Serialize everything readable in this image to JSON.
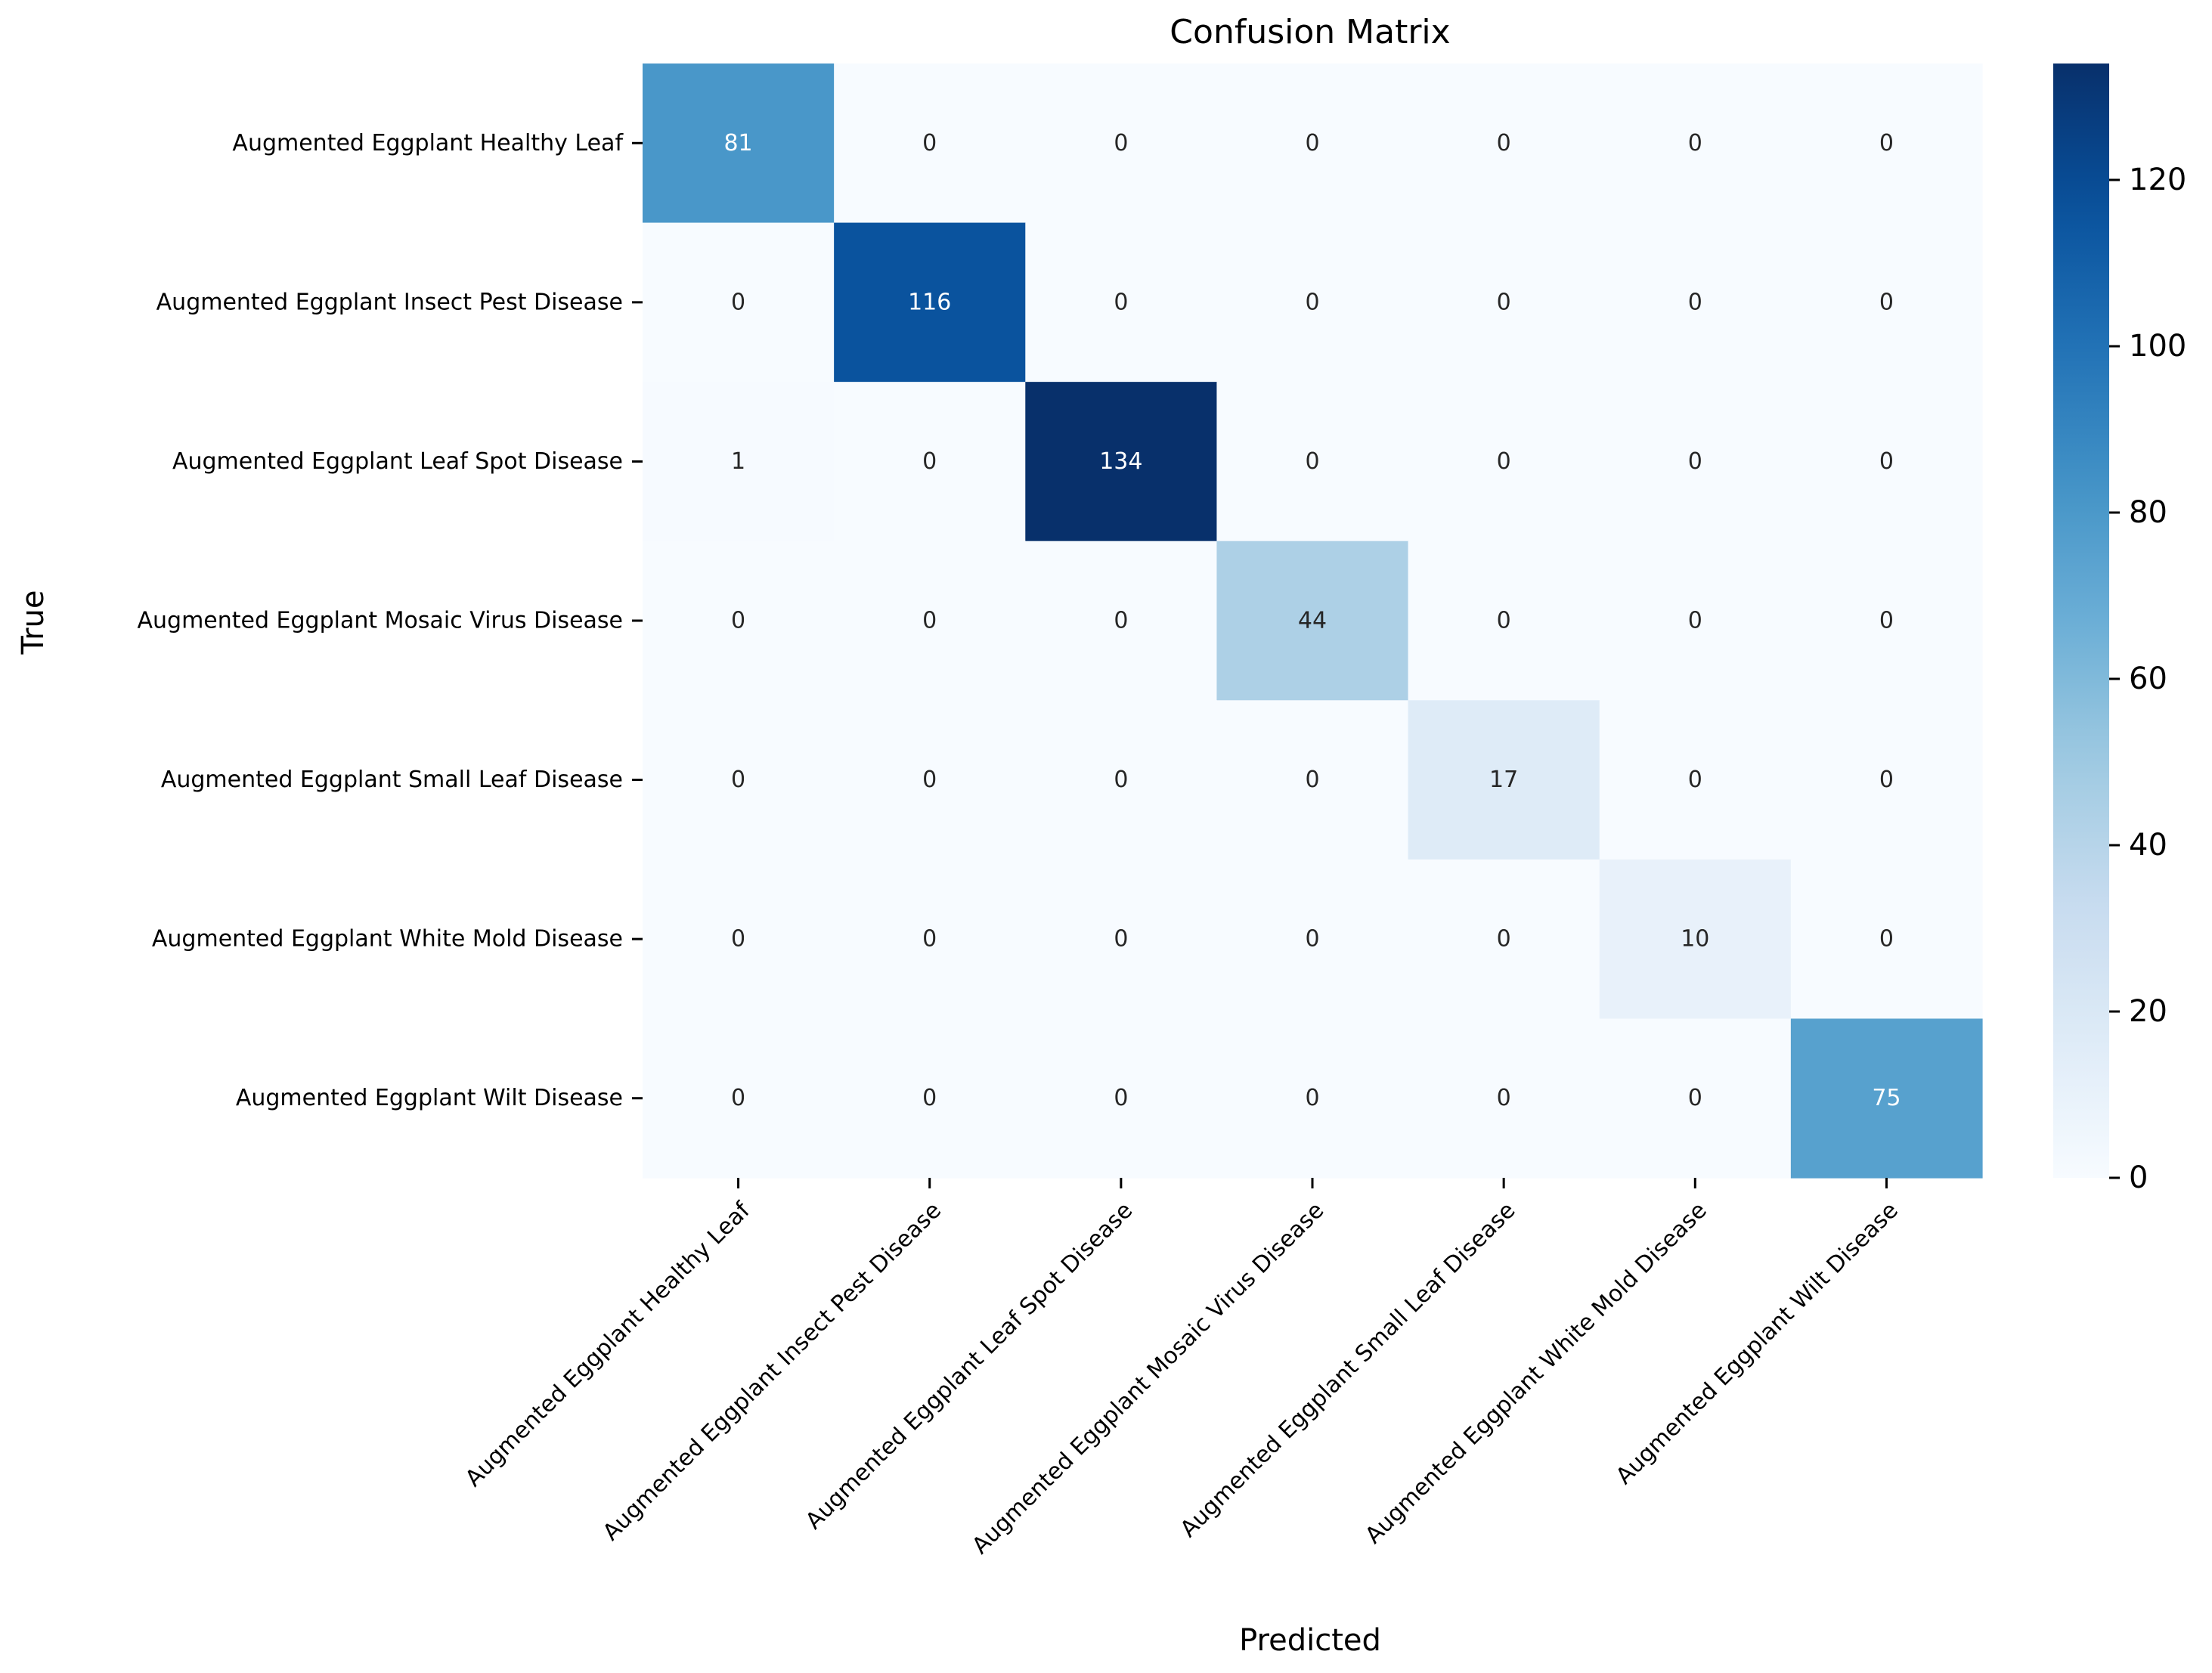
{
  "chart_data": {
    "type": "heatmap",
    "title": "Confusion Matrix",
    "xlabel": "Predicted",
    "ylabel": "True",
    "colormap": "Blues",
    "x_categories": [
      "Augmented Eggplant Healthy Leaf",
      "Augmented Eggplant Insect Pest Disease",
      "Augmented Eggplant Leaf Spot Disease",
      "Augmented Eggplant Mosaic Virus Disease",
      "Augmented Eggplant Small Leaf Disease",
      "Augmented Eggplant White Mold Disease",
      "Augmented Eggplant Wilt Disease"
    ],
    "y_categories": [
      "Augmented Eggplant Healthy Leaf",
      "Augmented Eggplant Insect Pest Disease",
      "Augmented Eggplant Leaf Spot Disease",
      "Augmented Eggplant Mosaic Virus Disease",
      "Augmented Eggplant Small Leaf Disease",
      "Augmented Eggplant White Mold Disease",
      "Augmented Eggplant Wilt Disease"
    ],
    "values": [
      [
        81,
        0,
        0,
        0,
        0,
        0,
        0
      ],
      [
        0,
        116,
        0,
        0,
        0,
        0,
        0
      ],
      [
        1,
        0,
        134,
        0,
        0,
        0,
        0
      ],
      [
        0,
        0,
        0,
        44,
        0,
        0,
        0
      ],
      [
        0,
        0,
        0,
        0,
        17,
        0,
        0
      ],
      [
        0,
        0,
        0,
        0,
        0,
        10,
        0
      ],
      [
        0,
        0,
        0,
        0,
        0,
        0,
        75
      ]
    ],
    "colorbar": {
      "min": 0,
      "max": 134,
      "ticks": [
        0,
        20,
        40,
        60,
        80,
        100,
        120
      ]
    },
    "annotations": true,
    "grid": false
  }
}
